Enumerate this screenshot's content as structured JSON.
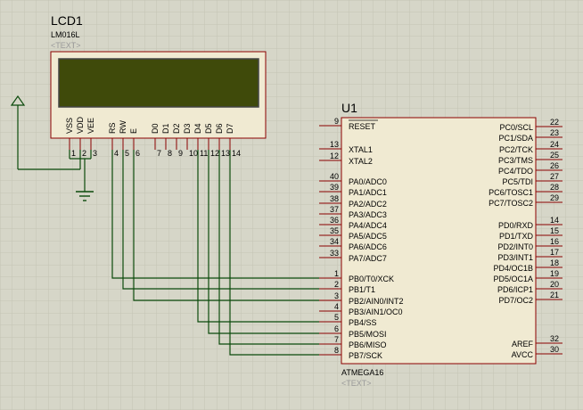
{
  "lcd": {
    "ref": "LCD1",
    "part": "LM016L",
    "text_placeholder": "<TEXT>",
    "screen_color": "#3f4a0a",
    "pins": [
      {
        "num": "1",
        "label": "VSS"
      },
      {
        "num": "2",
        "label": "VDD"
      },
      {
        "num": "3",
        "label": "VEE"
      },
      {
        "num": "4",
        "label": "RS"
      },
      {
        "num": "5",
        "label": "RW"
      },
      {
        "num": "6",
        "label": "E"
      },
      {
        "num": "7",
        "label": "D0"
      },
      {
        "num": "8",
        "label": "D1"
      },
      {
        "num": "9",
        "label": "D2"
      },
      {
        "num": "10",
        "label": "D3"
      },
      {
        "num": "11",
        "label": "D4"
      },
      {
        "num": "12",
        "label": "D5"
      },
      {
        "num": "13",
        "label": "D6"
      },
      {
        "num": "14",
        "label": "D7"
      }
    ]
  },
  "mcu": {
    "ref": "U1",
    "part": "ATMEGA16",
    "text_placeholder": "<TEXT>",
    "left_pins": [
      {
        "num": "9",
        "label": "RESET"
      },
      {
        "num": "13",
        "label": "XTAL1"
      },
      {
        "num": "12",
        "label": "XTAL2"
      },
      {
        "num": "40",
        "label": "PA0/ADC0"
      },
      {
        "num": "39",
        "label": "PA1/ADC1"
      },
      {
        "num": "38",
        "label": "PA2/ADC2"
      },
      {
        "num": "37",
        "label": "PA3/ADC3"
      },
      {
        "num": "36",
        "label": "PA4/ADC4"
      },
      {
        "num": "35",
        "label": "PA5/ADC5"
      },
      {
        "num": "34",
        "label": "PA6/ADC6"
      },
      {
        "num": "33",
        "label": "PA7/ADC7"
      },
      {
        "num": "1",
        "label": "PB0/T0/XCK"
      },
      {
        "num": "2",
        "label": "PB1/T1"
      },
      {
        "num": "3",
        "label": "PB2/AIN0/INT2"
      },
      {
        "num": "4",
        "label": "PB3/AIN1/OC0"
      },
      {
        "num": "5",
        "label": "PB4/SS"
      },
      {
        "num": "6",
        "label": "PB5/MOSI"
      },
      {
        "num": "7",
        "label": "PB6/MISO"
      },
      {
        "num": "8",
        "label": "PB7/SCK"
      }
    ],
    "right_pins": [
      {
        "num": "22",
        "label": "PC0/SCL"
      },
      {
        "num": "23",
        "label": "PC1/SDA"
      },
      {
        "num": "24",
        "label": "PC2/TCK"
      },
      {
        "num": "25",
        "label": "PC3/TMS"
      },
      {
        "num": "26",
        "label": "PC4/TDO"
      },
      {
        "num": "27",
        "label": "PC5/TDI"
      },
      {
        "num": "28",
        "label": "PC6/TOSC1"
      },
      {
        "num": "29",
        "label": "PC7/TOSC2"
      },
      {
        "num": "14",
        "label": "PD0/RXD"
      },
      {
        "num": "15",
        "label": "PD1/TXD"
      },
      {
        "num": "16",
        "label": "PD2/INT0"
      },
      {
        "num": "17",
        "label": "PD3/INT1"
      },
      {
        "num": "18",
        "label": "PD4/OC1B"
      },
      {
        "num": "19",
        "label": "PD5/OC1A"
      },
      {
        "num": "20",
        "label": "PD6/ICP1"
      },
      {
        "num": "21",
        "label": "PD7/OC2"
      },
      {
        "num": "32",
        "label": "AREF"
      },
      {
        "num": "30",
        "label": "AVCC"
      }
    ]
  },
  "colors": {
    "background": "#d6d6c8",
    "grid": "#c2c2b2",
    "component_border": "#8b0000",
    "component_fill": "#f0ead2",
    "wire": "#0b4a0b"
  }
}
